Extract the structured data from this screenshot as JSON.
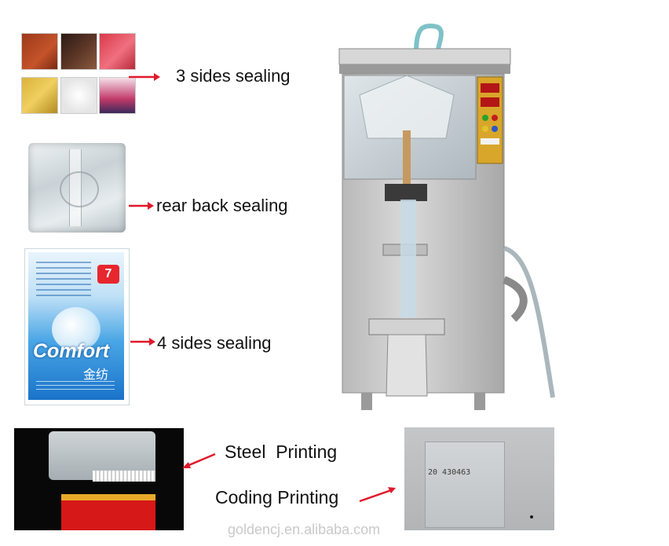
{
  "labels": {
    "three_sides": "3 sides sealing",
    "rear_back": "rear back sealing",
    "four_sides": "4 sides sealing",
    "steel_printing": "Steel  Printing",
    "coding_printing": "Coding Printing"
  },
  "pouch_text": {
    "brand": "Comfort",
    "chinese": "金纺",
    "badge": "7"
  },
  "coding_sample": "20 430463",
  "watermark": "goldencj.en.alibaba.com",
  "colors": {
    "arrow": "#e0192a",
    "machine": "#c9c9c9",
    "comfort_blue": "#1a73c9"
  }
}
